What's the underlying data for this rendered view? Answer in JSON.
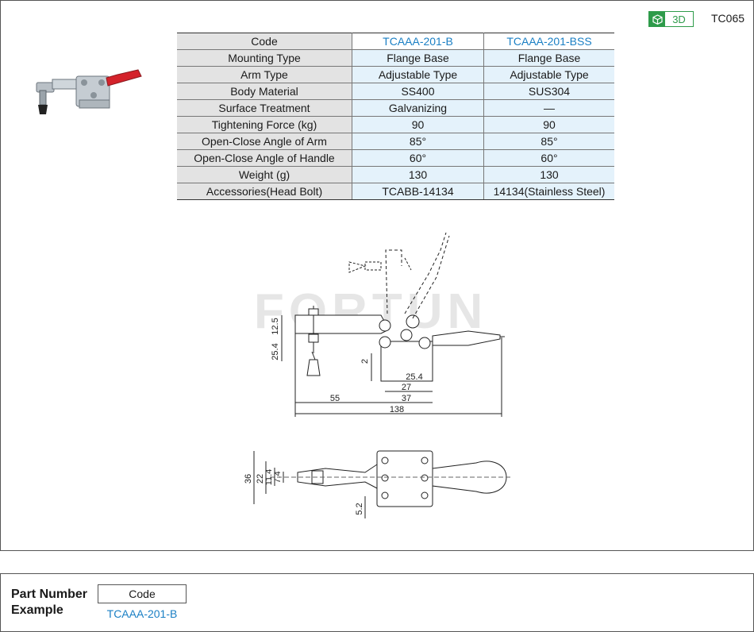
{
  "header": {
    "badge_3d": "3D",
    "series_code": "TC065"
  },
  "spec_table": {
    "columns": [
      "Code",
      "TCAAA-201-B",
      "TCAAA-201-BSS"
    ],
    "rows": [
      {
        "label": "Mounting Type",
        "v1": "Flange Base",
        "v2": "Flange Base"
      },
      {
        "label": "Arm Type",
        "v1": "Adjustable Type",
        "v2": "Adjustable Type"
      },
      {
        "label": "Body Material",
        "v1": "SS400",
        "v2": "SUS304"
      },
      {
        "label": "Surface Treatment",
        "v1": "Galvanizing",
        "v2": "—"
      },
      {
        "label": "Tightening Force (kg)",
        "v1": "90",
        "v2": "90"
      },
      {
        "label": "Open-Close Angle of Arm",
        "v1": "85°",
        "v2": "85°"
      },
      {
        "label": "Open-Close  Angle of Handle",
        "v1": "60°",
        "v2": "60°"
      },
      {
        "label": "Weight (g)",
        "v1": "130",
        "v2": "130"
      },
      {
        "label": "Accessories(Head Bolt)",
        "v1": "TCABB-14134",
        "v2": "14134(Stainless Steel)"
      }
    ]
  },
  "drawing": {
    "watermark": "FORTUN",
    "side_dims": {
      "d12_5": "12.5",
      "d25_4_v": "25.4",
      "d2": "2",
      "d25_4_h": "25.4",
      "d27": "27",
      "d37": "37",
      "d55": "55",
      "d138": "138"
    },
    "top_dims": {
      "d36": "36",
      "d22": "22",
      "d11_4": "11.4",
      "d7_4": "7.4",
      "d5_2": "5.2"
    }
  },
  "part_number": {
    "title_line1": "Part Number",
    "title_line2": "Example",
    "code_header": "Code",
    "code_value": "TCAAA-201-B"
  },
  "colors": {
    "accent_blue": "#1a7fc4",
    "badge_green": "#2e9b4a",
    "handle_red": "#d4222a",
    "table_blue": "#e4f2fb"
  }
}
